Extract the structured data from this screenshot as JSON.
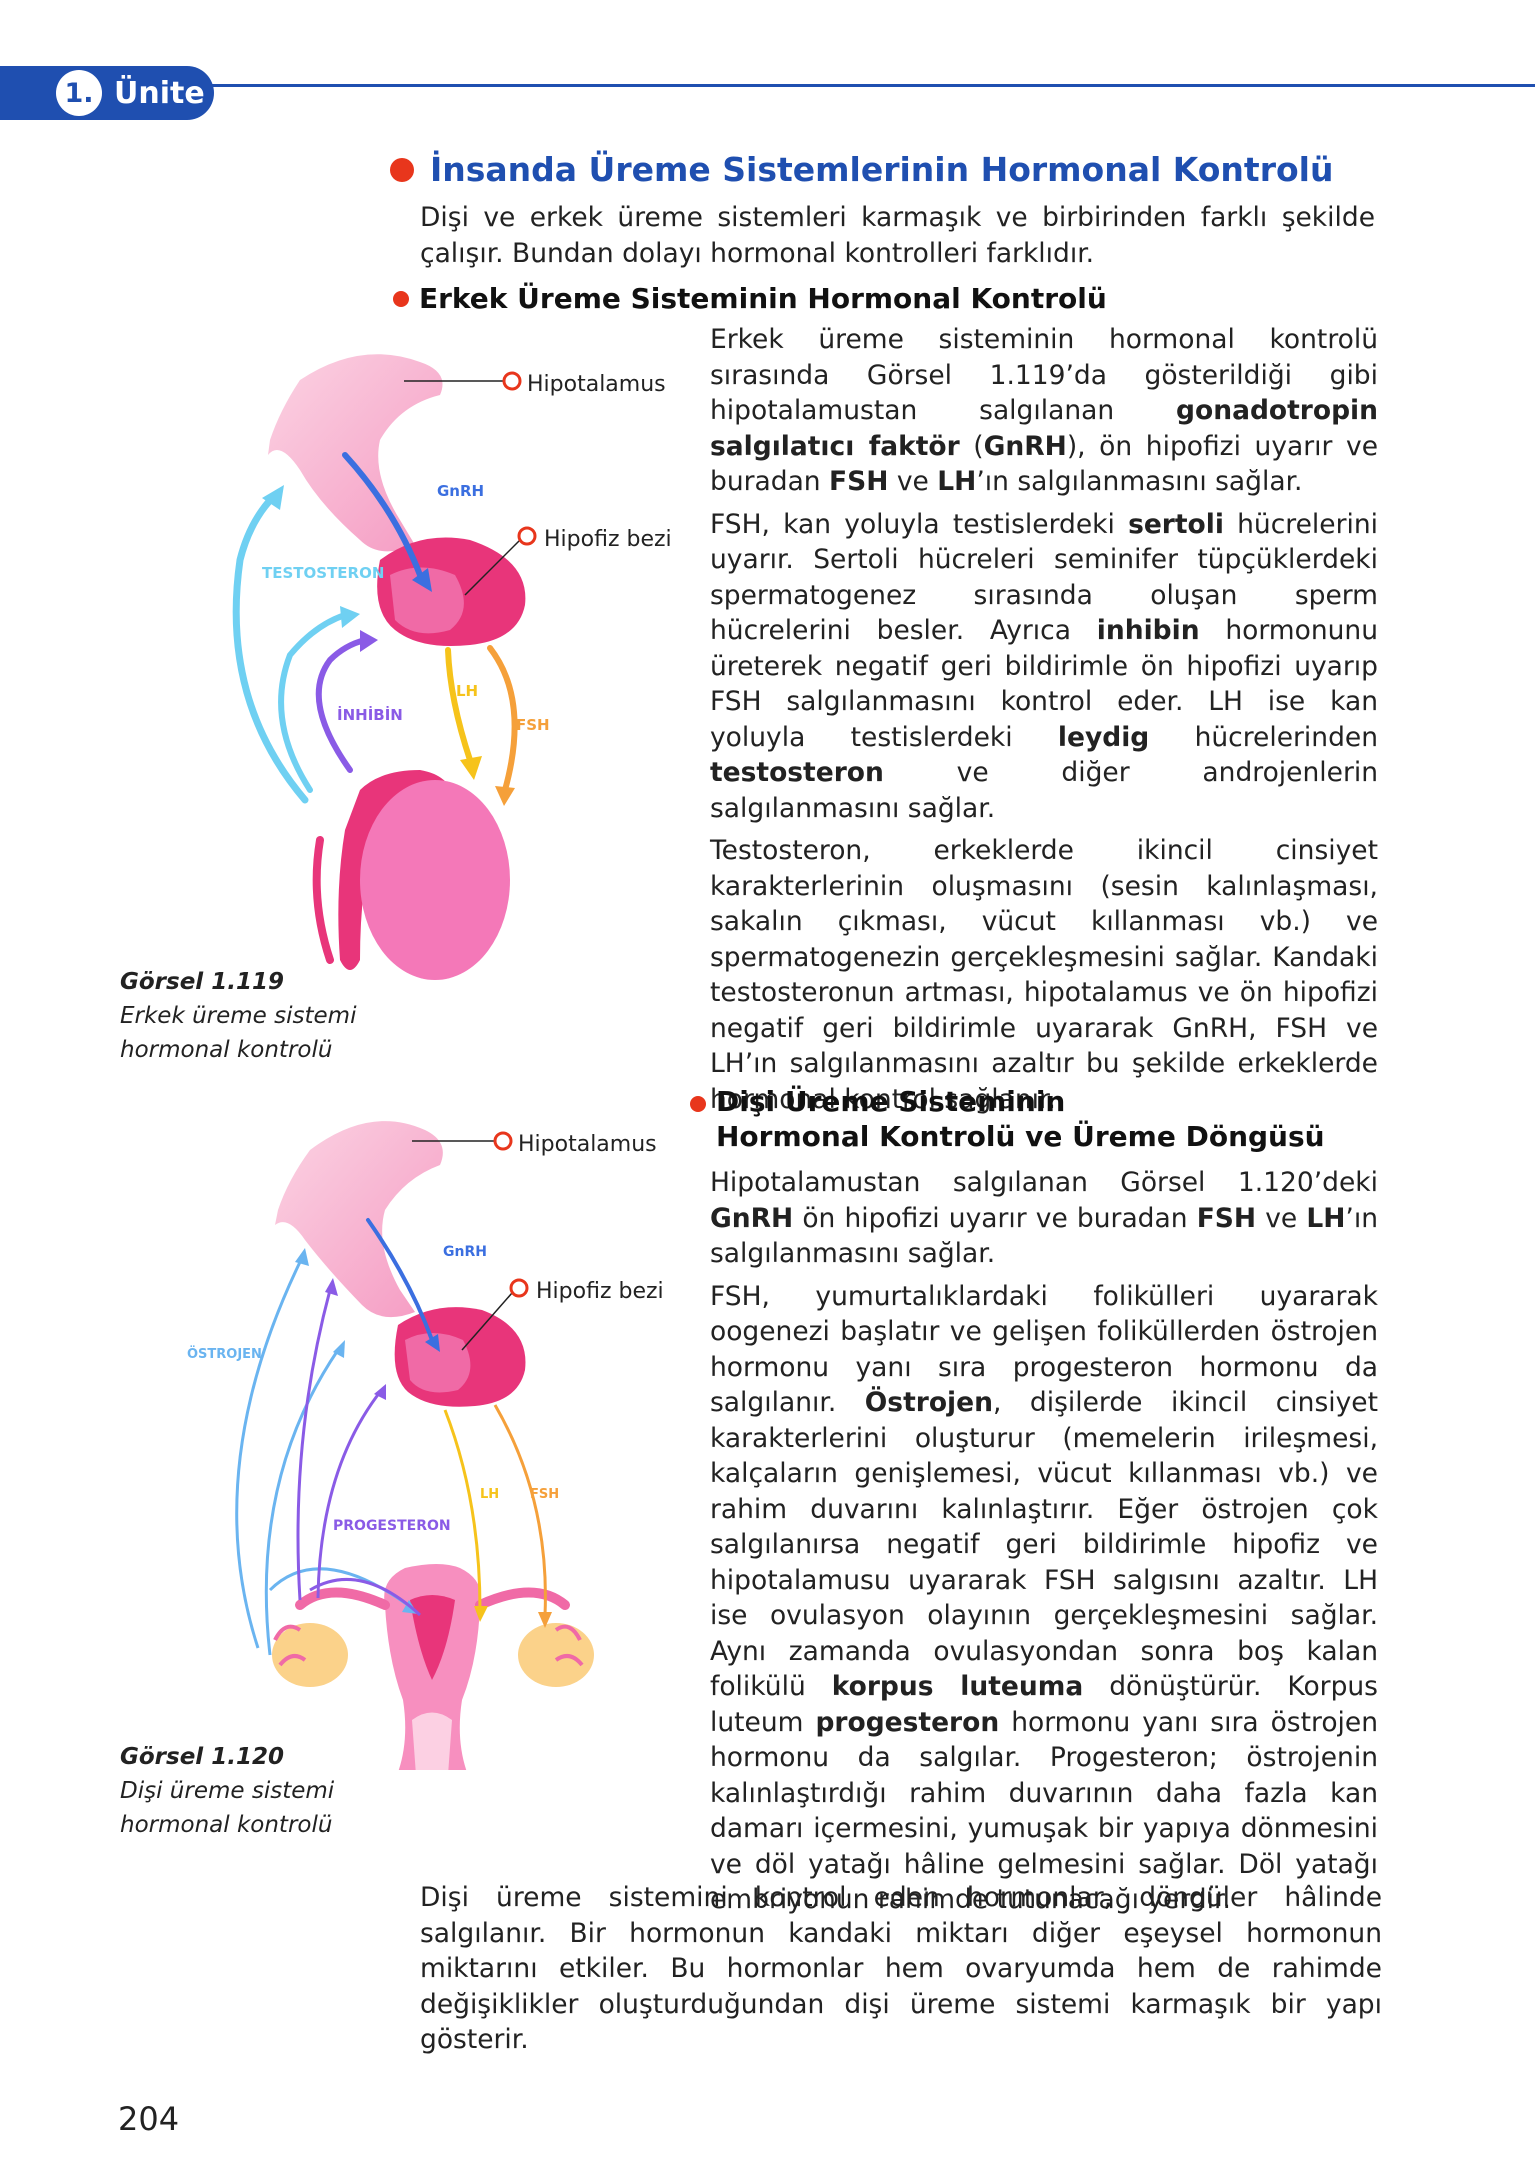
{
  "header": {
    "unit_number": "1.",
    "unit_label": "Ünite"
  },
  "section": {
    "title": "İnsanda Üreme Sistemlerinin Hormonal Kontrolü",
    "intro": "Dişi ve erkek üreme sistemleri karmaşık ve birbirinden farklı şekilde çalışır. Bundan dolayı hormonal kontrolleri farklıdır."
  },
  "male": {
    "heading": "Erkek Üreme Sisteminin Hormonal Kontrolü",
    "p1": [
      {
        "t": "Erkek üreme sisteminin hormonal kontrolü sırasında Görsel 1.119’da gösterildiği gibi hipotalamustan salgılanan "
      },
      {
        "t": "gonadotropin salgılatıcı faktör",
        "b": true
      },
      {
        "t": " ("
      },
      {
        "t": "GnRH",
        "b": true
      },
      {
        "t": "), ön hipofizi uyarır ve buradan "
      },
      {
        "t": "FSH",
        "b": true
      },
      {
        "t": " ve "
      },
      {
        "t": "LH",
        "b": true
      },
      {
        "t": "’ın salgılanmasını sağlar."
      }
    ],
    "p2": [
      {
        "t": "FSH, kan yoluyla testislerdeki "
      },
      {
        "t": "sertoli",
        "b": true
      },
      {
        "t": " hücrelerini uyarır. Sertoli hücreleri seminifer tüpçüklerdeki spermatogenez sırasında oluşan sperm hücrelerini besler. Ayrıca "
      },
      {
        "t": "inhibin",
        "b": true
      },
      {
        "t": " hormonunu üreterek negatif geri bildirimle ön hipofizi uyarıp FSH salgılanmasını kontrol eder. LH ise kan yoluyla testislerdeki "
      },
      {
        "t": "leydig",
        "b": true
      },
      {
        "t": " hücrelerinden "
      },
      {
        "t": "testosteron",
        "b": true
      },
      {
        "t": " ve diğer androjenlerin salgılanmasını sağlar."
      }
    ],
    "p3": [
      {
        "t": "Testosteron, erkeklerde ikincil cinsiyet karakterlerinin oluşmasını (sesin kalınlaşması, sakalın çıkması, vücut kıllanması vb.) ve spermatogenezin gerçekleşmesini sağlar. Kandaki testosteronun artması, hipotalamus ve ön hipofizi negatif geri bildirimle uyararak GnRH, FSH ve LH’ın salgılanmasını azaltır bu şekilde erkeklerde hormonal kontrol sağlanır."
      }
    ],
    "figure": {
      "label_hypothalamus": "Hipotalamus",
      "label_pituitary": "Hipofiz bezi",
      "gnrh": "GnRH",
      "testosterone": "TESTOSTERON",
      "inhibin": "İNHİBİN",
      "lh": "LH",
      "fsh": "FSH",
      "caption_title": "Görsel 1.119",
      "caption_line1": "Erkek üreme sistemi",
      "caption_line2": "hormonal kontrolü"
    }
  },
  "female": {
    "heading_line1": "Dişi Üreme Sisteminin",
    "heading_line2": "Hormonal Kontrolü ve Üreme Döngüsü",
    "p1": [
      {
        "t": "Hipotalamustan salgılanan Görsel 1.120’deki "
      },
      {
        "t": "GnRH",
        "b": true
      },
      {
        "t": " ön hipofizi uyarır ve buradan "
      },
      {
        "t": "FSH",
        "b": true
      },
      {
        "t": " ve "
      },
      {
        "t": "LH",
        "b": true
      },
      {
        "t": "’ın salgılanmasını sağlar."
      }
    ],
    "p2": [
      {
        "t": "FSH, yumurtalıklardaki folikülleri uyararak oogenezi başlatır ve gelişen foliküllerden östrojen hormonu yanı sıra progesteron hormonu da salgılanır. "
      },
      {
        "t": "Östrojen",
        "b": true
      },
      {
        "t": ", dişilerde ikincil cinsiyet karakterlerini oluşturur (memelerin irileşmesi, kalçaların genişlemesi, vücut kıllanması vb.) ve rahim duvarını kalınlaştırır. Eğer östrojen çok salgılanırsa negatif geri bildirimle hipofiz ve hipotalamusu uyararak FSH salgısını azaltır. LH ise ovulasyon olayının gerçekleşmesini sağlar. Aynı zamanda ovulasyondan sonra boş kalan folikülü "
      },
      {
        "t": "korpus luteuma",
        "b": true
      },
      {
        "t": " dönüştürür. Korpus luteum "
      },
      {
        "t": "progesteron",
        "b": true
      },
      {
        "t": " hormonu yanı sıra östrojen hormonu da salgılar. Progesteron; östrojenin kalınlaştırdığı rahim duvarının daha fazla kan damarı içermesini, yumuşak bir yapıya dönmesini ve döl yatağı hâline gelmesini sağlar. Döl yatağı embriyonun rahimde tutunacağı yerdir."
      }
    ],
    "closing": "Dişi üreme sistemini kontrol eden hormonlar, döngüler hâlinde salgılanır. Bir hormonun kandaki miktarı diğer eşeysel hormonun miktarını etkiler. Bu hormonlar hem ovaryumda hem de rahimde değişiklikler oluşturduğundan dişi üreme sistemi karmaşık bir yapı gösterir.",
    "figure": {
      "label_hypothalamus": "Hipotalamus",
      "label_pituitary": "Hipofiz bezi",
      "gnrh": "GnRH",
      "estrogen": "ÖSTROJEN",
      "progesterone": "PROGESTERON",
      "lh": "LH",
      "fsh": "FSH",
      "caption_title": "Görsel 1.120",
      "caption_line1": "Dişi üreme sistemi",
      "caption_line2": "hormonal kontrolü"
    }
  },
  "footer": {
    "page_number": "204"
  },
  "colors": {
    "accent_blue": "#1f4fb0",
    "bullet_red": "#e8361c",
    "pink_light": "#f7b5d0",
    "pink": "#f06aa6",
    "magenta": "#e8357a",
    "blue_arrow": "#3b6fe0",
    "cyan_arrow": "#6fd0f2",
    "purple_arrow": "#8a5be6",
    "yellow_arrow": "#f6c31b",
    "orange_arrow": "#f5a03a"
  }
}
